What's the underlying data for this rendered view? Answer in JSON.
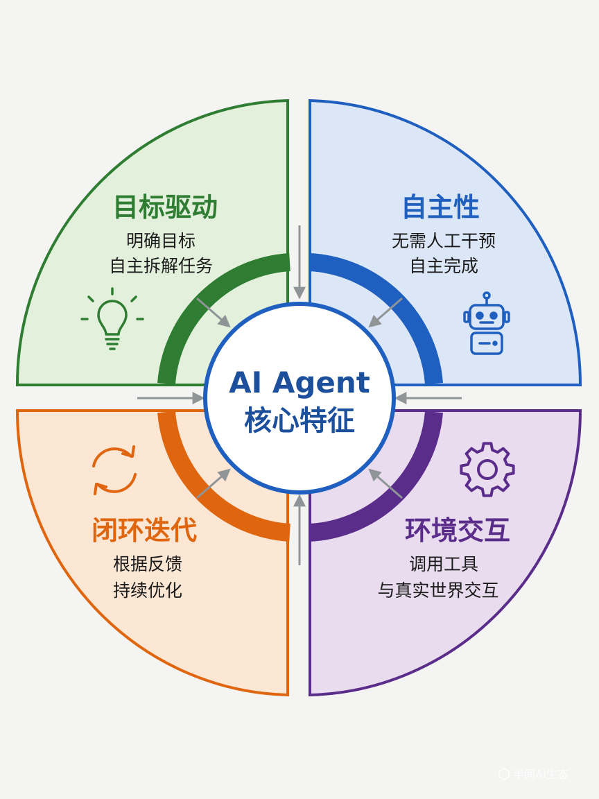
{
  "center": {
    "title": "AI Agent",
    "subtitle": "核心特征"
  },
  "quadrants": {
    "goal": {
      "title": "目标驱动",
      "line1": "明确目标",
      "line2": "自主拆解任务",
      "icon": "lightbulb-icon",
      "color": "#2e7d32",
      "fill": "#e3f1dc"
    },
    "autonomy": {
      "title": "自主性",
      "line1": "无需人工干预",
      "line2": "自主完成",
      "icon": "robot-icon",
      "color": "#1f5fbf",
      "fill": "#dbe7f6"
    },
    "loop": {
      "title": "闭环迭代",
      "line1": "根据反馈",
      "line2": "持续优化",
      "icon": "refresh-cycle-icon",
      "color": "#e0650f",
      "fill": "#fbe7d4"
    },
    "env": {
      "title": "环境交互",
      "line1": "调用工具",
      "line2": "与真实世界交互",
      "icon": "gear-icon",
      "color": "#5b2d8a",
      "fill": "#e9dcef"
    }
  },
  "watermark": {
    "text": "半间AI生态",
    "icon": "watermark-logo-icon"
  }
}
